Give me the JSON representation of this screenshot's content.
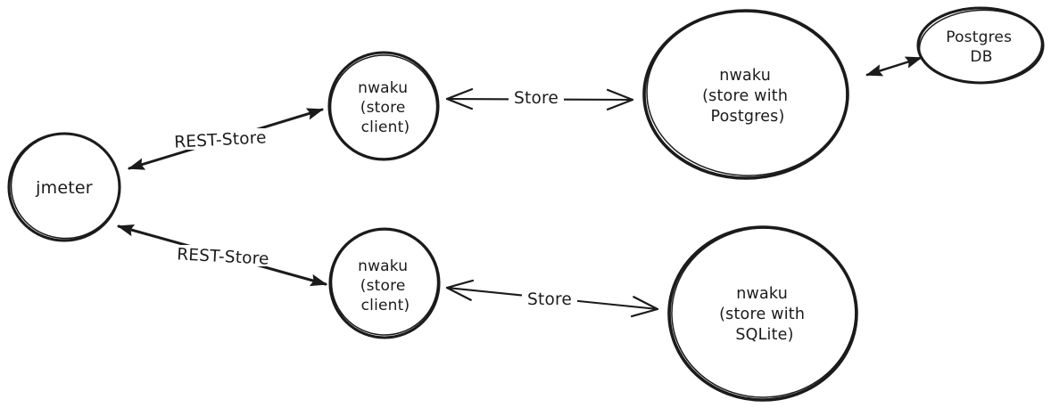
{
  "diagram": {
    "background_color": "#ffffff",
    "ink_color": "#1b1b1b",
    "nodes": {
      "jmeter": {
        "lines": [
          "jmeter"
        ]
      },
      "store_client_top": {
        "lines": [
          "nwaku",
          "(store",
          "client)"
        ]
      },
      "store_postgres": {
        "lines": [
          "nwaku",
          "(store with",
          "Postgres)"
        ]
      },
      "postgres_db": {
        "lines": [
          "Postgres",
          "DB"
        ]
      },
      "store_client_bottom": {
        "lines": [
          "nwaku",
          "(store",
          "client)"
        ]
      },
      "store_sqlite": {
        "lines": [
          "nwaku",
          "(store with",
          "SQLite)"
        ]
      }
    },
    "edges": {
      "rest_store_top": {
        "label": "REST-Store"
      },
      "store_top": {
        "label": "Store"
      },
      "db_link": {
        "label": ""
      },
      "rest_store_bottom": {
        "label": "REST-Store"
      },
      "store_bottom": {
        "label": "Store"
      }
    }
  }
}
